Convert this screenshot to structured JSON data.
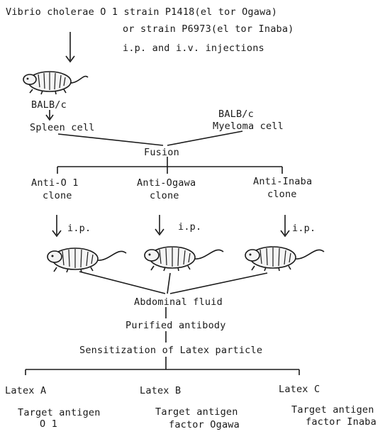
{
  "header": {
    "line1": "Vibrio cholerae O 1 strain P1418(el tor Ogawa)",
    "line2": "or strain P6973(el tor Inaba)",
    "line3": "i.p. and i.v. injections"
  },
  "top_mouse_icon": "mouse-icon",
  "balbc_left": "BALB/c",
  "spleen": "Spleen cell",
  "balbc_right": "BALB/c",
  "myeloma": "Myeloma cell",
  "fusion": "Fusion",
  "clones": [
    {
      "line1": "Anti-O 1",
      "line2": "clone",
      "route": "i.p."
    },
    {
      "line1": "Anti-Ogawa",
      "line2": "clone",
      "route": "i.p."
    },
    {
      "line1": "Anti-Inaba",
      "line2": "clone",
      "route": "i.p."
    }
  ],
  "abdominal": "Abdominal fluid",
  "purified": "Purified antibody",
  "sensitization": "Sensitization of Latex particle",
  "latex": [
    {
      "name": "Latex A",
      "target1": "Target antigen",
      "target2": "O 1"
    },
    {
      "name": "Latex B",
      "target1": "Target antigen",
      "target2": "factor Ogawa"
    },
    {
      "name": "Latex C",
      "target1": "Target antigen",
      "target2": "factor Inaba"
    }
  ]
}
